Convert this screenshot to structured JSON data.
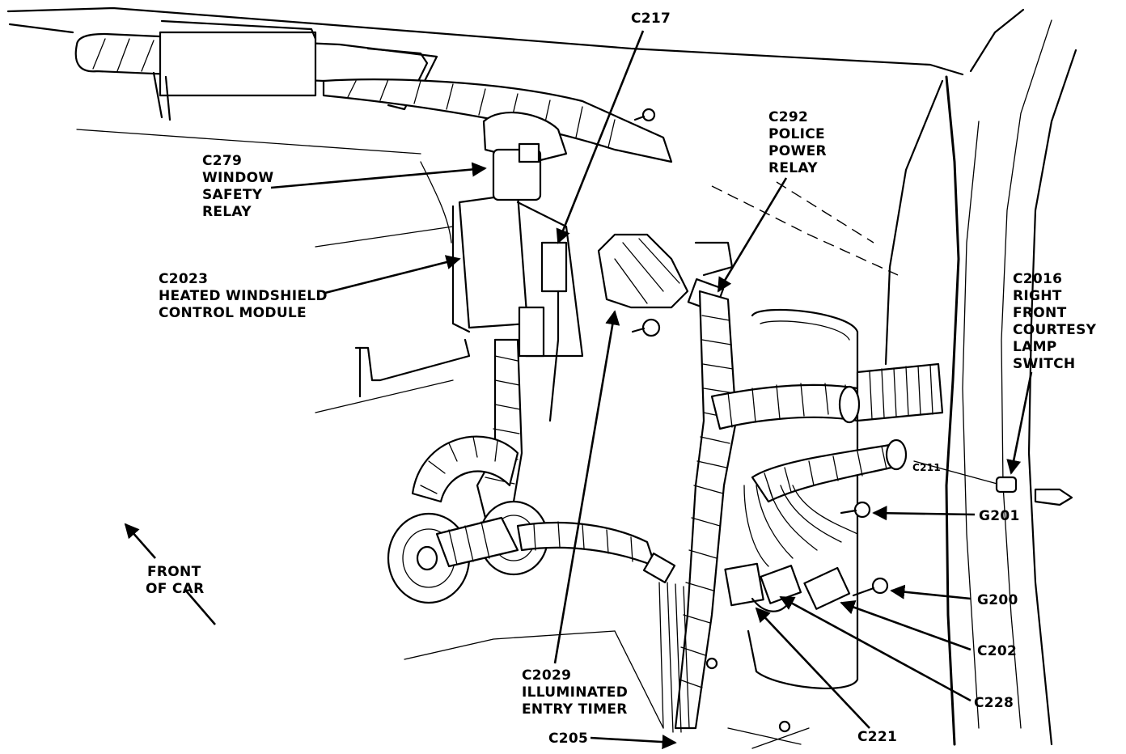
{
  "labels": {
    "c217": "C217",
    "c279": [
      "C279",
      "WINDOW",
      "SAFETY",
      "RELAY"
    ],
    "c292": [
      "C292",
      "POLICE",
      "POWER",
      "RELAY"
    ],
    "c2023": [
      "C2023",
      "HEATED WINDSHIELD",
      "CONTROL MODULE"
    ],
    "c2016": [
      "C2016",
      "RIGHT",
      "FRONT",
      "COURTESY",
      "LAMP",
      "SWITCH"
    ],
    "g201": "G201",
    "g200": "G200",
    "c202": "C202",
    "c228": "C228",
    "c221": "C221",
    "c2029": [
      "C2029",
      "ILLUMINATED",
      "ENTRY TIMER"
    ],
    "c205": "C205",
    "front_of_car": [
      "FRONT",
      "OF CAR"
    ],
    "c211_small": "C211"
  }
}
